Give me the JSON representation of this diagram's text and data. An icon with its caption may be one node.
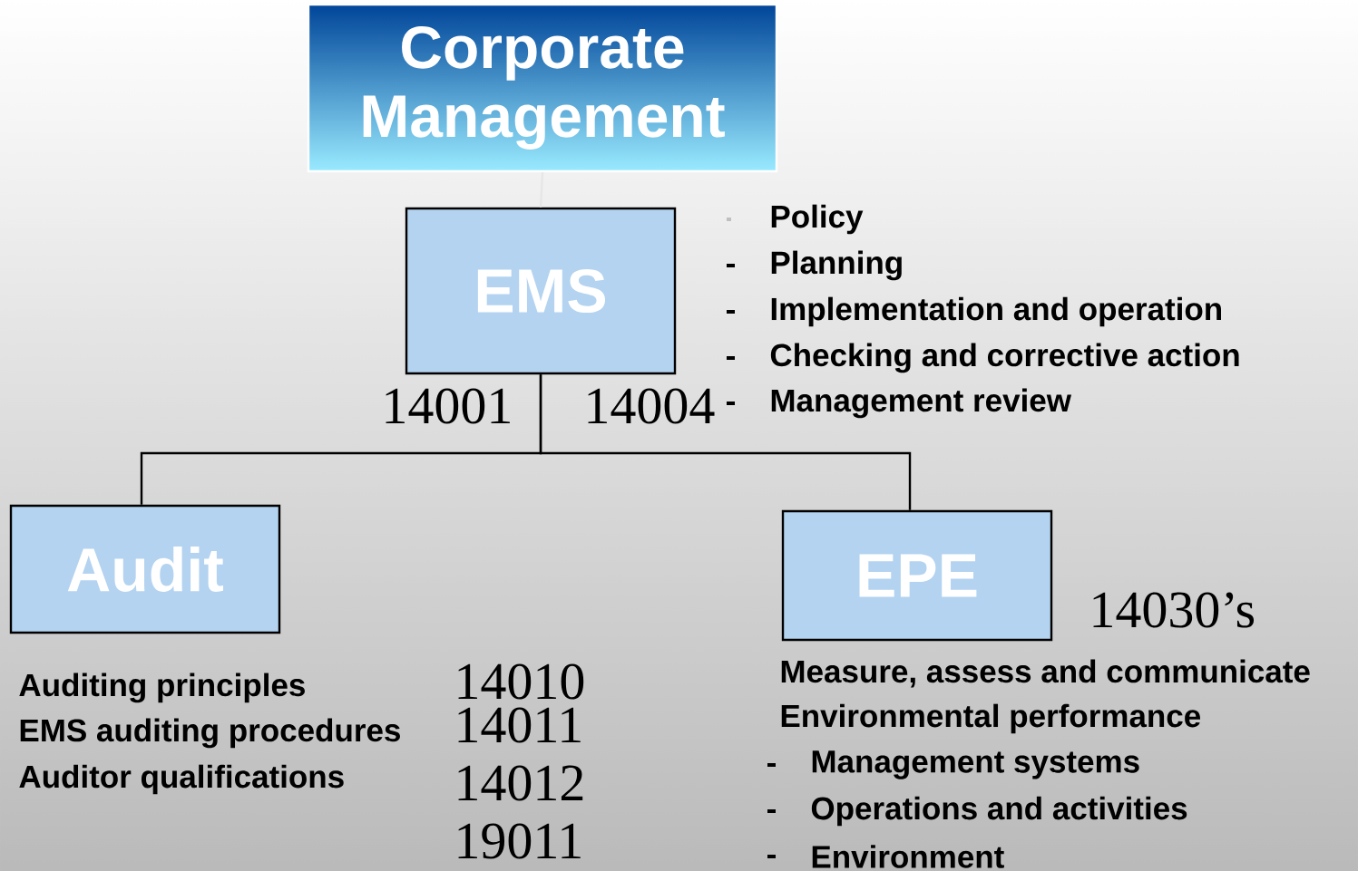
{
  "diagram": {
    "nodes": [
      {
        "text": [
          "Corporate Management"
        ]
      },
      {
        "text": [
          "EMS"
        ]
      },
      {
        "text": [
          "Audit"
        ]
      },
      {
        "text": [
          "EPE"
        ]
      }
    ],
    "edges": [
      {
        "from": 0,
        "to": 1,
        "arrow": "none",
        "color": "#e6e6e6"
      },
      {
        "from": 1,
        "to": 2,
        "arrow": "none"
      },
      {
        "from": 1,
        "to": 3,
        "arrow": "none"
      }
    ],
    "labels": [
      "14001",
      "14004",
      "Policy",
      "Planning",
      "Implementation and operation",
      "Checking and corrective action",
      "Management review",
      "14030’s",
      "Auditing principles",
      "14010",
      "EMS auditing procedures",
      "14011",
      "Auditor qualifications",
      "14012",
      "19011",
      "Measure, assess and communicate",
      "Environmental performance",
      "Management systems",
      "Operations and activities",
      "Environment"
    ]
  }
}
